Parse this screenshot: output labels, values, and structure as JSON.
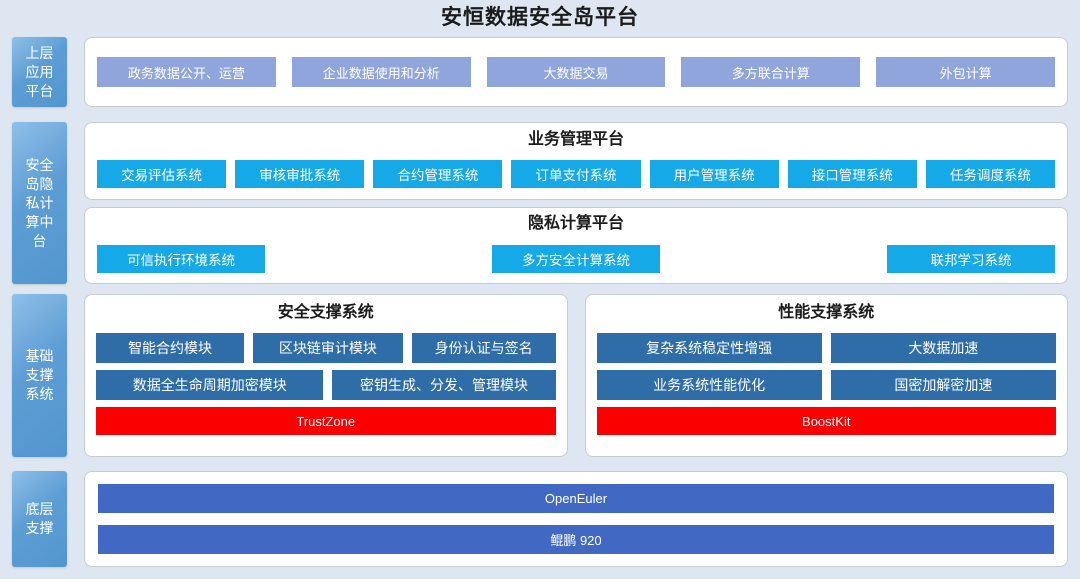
{
  "title": "安恒数据安全岛平台",
  "tiers": [
    {
      "id": "app",
      "label": "上层应用平台",
      "cards": [
        {
          "title": "",
          "items": [
            "政务数据公开、运营",
            "企业数据使用和分析",
            "大数据交易",
            "多方联合计算",
            "外包计算"
          ]
        }
      ]
    },
    {
      "id": "privacy",
      "label": "安全岛隐私计算中台",
      "cards": [
        {
          "title": "业务管理平台",
          "items": [
            "交易评估系统",
            "审核审批系统",
            "合约管理系统",
            "订单支付系统",
            "用户管理系统",
            "接口管理系统",
            "任务调度系统"
          ]
        },
        {
          "title": "隐私计算平台",
          "items": [
            "可信执行环境系统",
            "多方安全计算系统",
            "联邦学习系统"
          ]
        }
      ]
    },
    {
      "id": "base",
      "label": "基础支撑系统",
      "cards": [
        {
          "title": "安全支撑系统",
          "row_a": [
            "智能合约模块",
            "区块链审计模块",
            "身份认证与签名"
          ],
          "row_b": [
            "数据全生命周期加密模块",
            "密钥生成、分发、管理模块"
          ],
          "banner": "TrustZone"
        },
        {
          "title": "性能支撑系统",
          "row_a": [
            "复杂系统稳定性增强",
            "大数据加速"
          ],
          "row_b": [
            "业务系统性能优化",
            "国密加解密加速"
          ],
          "banner": "BoostKit"
        }
      ]
    },
    {
      "id": "bottom",
      "label": "底层支撑",
      "cards": [
        {
          "title": "",
          "items": [
            "OpenEuler",
            "鲲鹏 920"
          ]
        }
      ]
    }
  ],
  "colors": {
    "background": "#dde6f1",
    "tier_label_blue": "#5d9dd4",
    "app_pill": "#8fa5db",
    "cyan_pill": "#16a9e8",
    "navy_pill": "#2e6da8",
    "red_banner": "#fb0000",
    "royal_pill": "#4169c3",
    "card_bg": "#ffffff",
    "card_border": "#c9cdd2",
    "heading_text": "#1b1b1b"
  }
}
